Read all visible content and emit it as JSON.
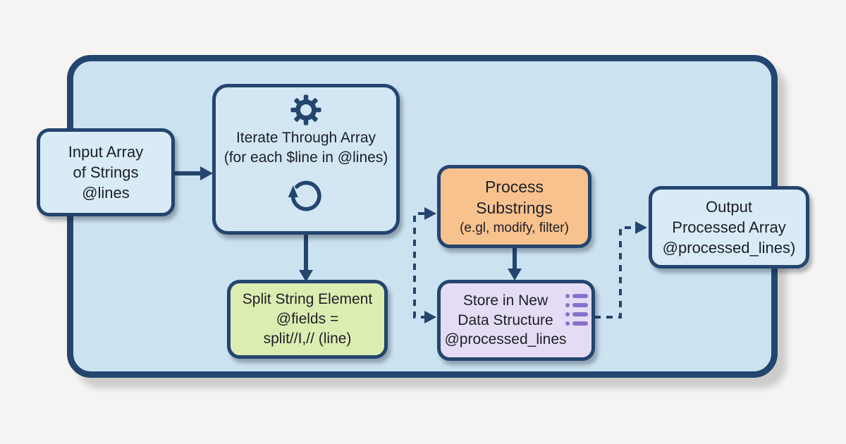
{
  "colors": {
    "background": "#f5f4f2",
    "navy": "#24456e",
    "container_fill": "#cbe2f1",
    "io_fill": "#d9ebf7",
    "iterate_fill": "#d2e6f4",
    "split_fill": "#dcedb2",
    "process_fill": "#f8c28e",
    "store_fill": "#e4dcf4",
    "list_icon": "#8a70cf",
    "text": "#1c1f26"
  },
  "nodes": {
    "input": {
      "line1": "Input Array",
      "line2": "of Strings",
      "line3": "@lines"
    },
    "iterate": {
      "line1": "Iterate Through Array",
      "line2": "(for each $line in @lines)"
    },
    "split": {
      "line1": "Split String Element",
      "line2": "@fields =",
      "line3": "split//I,// (line)"
    },
    "process": {
      "line1": "Process",
      "line2": "Substrings",
      "line3": "(e.gl, modify, filter)"
    },
    "store": {
      "line1": "Store in New",
      "line2": "Data Structure",
      "line3": "@processed_lines"
    },
    "output": {
      "line1": "Output",
      "line2": "Processed Array",
      "line3": "@processed_lines)"
    }
  }
}
